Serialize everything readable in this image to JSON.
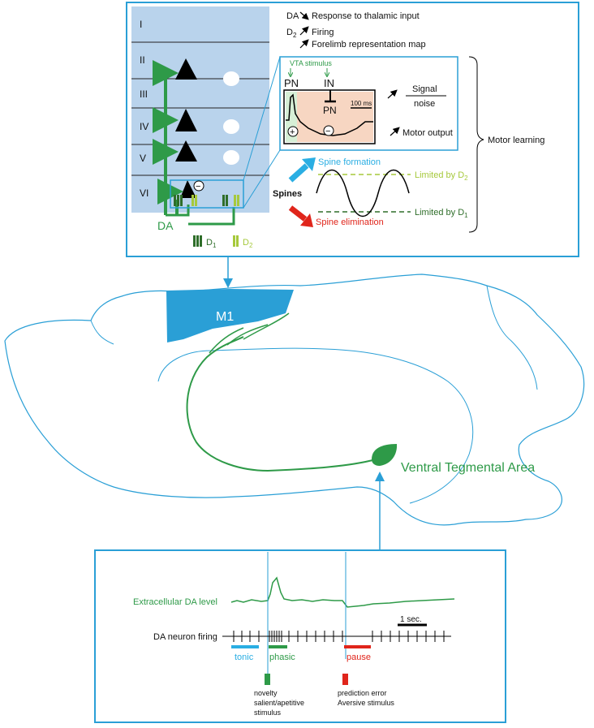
{
  "colors": {
    "frame_blue": "#2a9fd6",
    "brain_outline": "#2a9fd6",
    "m1_fill": "#2a9fd6",
    "layers_bg": "#b9d3ec",
    "green": "#2e9a48",
    "dark_green": "#2f6e2a",
    "light_green": "#a6c93c",
    "red": "#e0251b",
    "orange_shade": "#f7d6c2",
    "green_shade": "#d6efd6"
  },
  "layers": [
    "I",
    "II",
    "III",
    "IV",
    "V",
    "VI"
  ],
  "da_effects": {
    "line1_prefix": "DA",
    "line1": "Response to thalamic input",
    "line2_prefix": "D",
    "line2_sub": "2",
    "line2": "Firing",
    "line3": "Forelimb representation map"
  },
  "inset": {
    "stimulus_label": "VTA stimulus",
    "pn_label": "PN",
    "in_label": "IN",
    "pn2_label": "PN",
    "time_scale": "100 ms",
    "plus_symbol": "+",
    "minus_symbol": "−"
  },
  "outputs": {
    "signal": "Signal",
    "noise": "noise",
    "motor_output": "Motor output",
    "motor_learning": "Motor learning"
  },
  "spines": {
    "label": "Spines",
    "formation": "Spine formation",
    "elimination": "Spine elimination",
    "limit_top": "Limited by D",
    "limit_top_sub": "2",
    "limit_bottom": "Limited by D",
    "limit_bottom_sub": "1"
  },
  "legend": {
    "da": "DA",
    "d1": "D",
    "d1_sub": "1",
    "d2": "D",
    "d2_sub": "2",
    "inhibition_symbol": "−"
  },
  "brain": {
    "m1_label": "M1",
    "vta_label": "Ventral Tegmental Area"
  },
  "timeline": {
    "da_level_label": "Extracellular DA level",
    "firing_label": "DA neuron firing",
    "scale_label": "1 sec.",
    "tonic": "tonic",
    "phasic": "phasic",
    "pause": "pause",
    "phasic_trigger_1": "novelty",
    "phasic_trigger_2": "salient/apetitive",
    "phasic_trigger_3": "stimulus",
    "pause_trigger_1": "prediction error",
    "pause_trigger_2": "Aversive stimulus"
  }
}
